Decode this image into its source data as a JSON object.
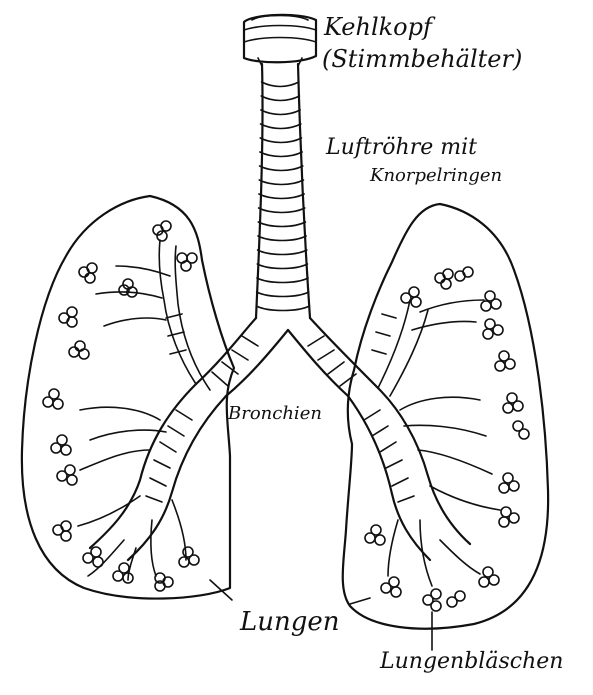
{
  "labels": {
    "kehlkopf": "Kehlkopf",
    "stimmbehaelter": "(Stimmbehälter)",
    "luftroehre_line1": "Luftröhre mit",
    "luftroehre_line2": "Knorpelringen",
    "bronchien": "Bronchien",
    "lungen": "Lungen",
    "lungenblaeschen": "Lungenbläschen"
  },
  "colors": {
    "ink": "#111111",
    "paper": "#ffffff"
  }
}
